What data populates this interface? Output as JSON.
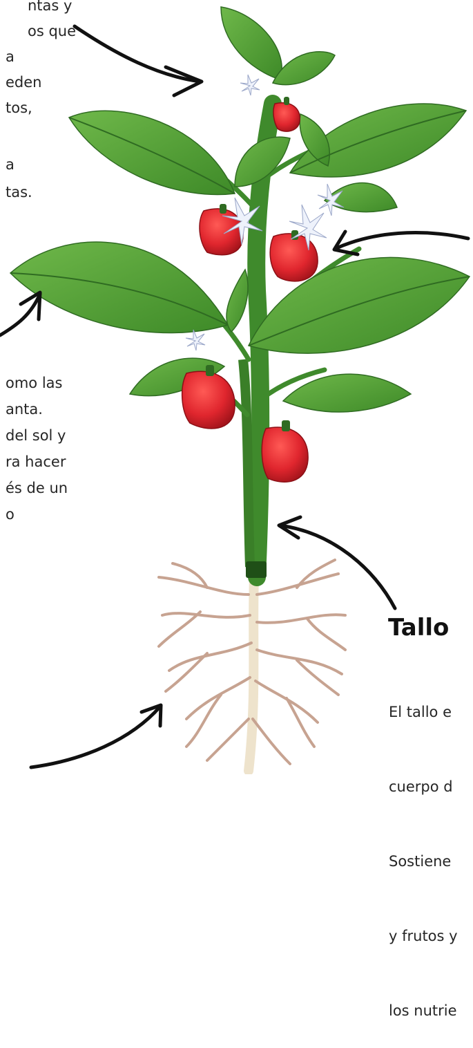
{
  "flowers_text": {
    "lines": [
      "ntas y",
      "os que",
      "a",
      "eden",
      "tos,",
      "",
      "a",
      "tas."
    ]
  },
  "leaves_text": {
    "lines": [
      "omo las",
      "anta.",
      "del sol y",
      "ra hacer",
      "és de un",
      "o"
    ]
  },
  "stem": {
    "heading": "Tallo",
    "lines": [
      "El tallo e",
      "cuerpo d",
      "Sostiene",
      "y frutos y",
      "los nutrie"
    ]
  },
  "colors": {
    "leaf": "#4f9a33",
    "leaf_dark": "#2f6b22",
    "stem": "#3f8a2c",
    "pepper": "#e0262e",
    "flower": "#eef2fb",
    "root": "#c7a391",
    "arrow": "#111111"
  }
}
